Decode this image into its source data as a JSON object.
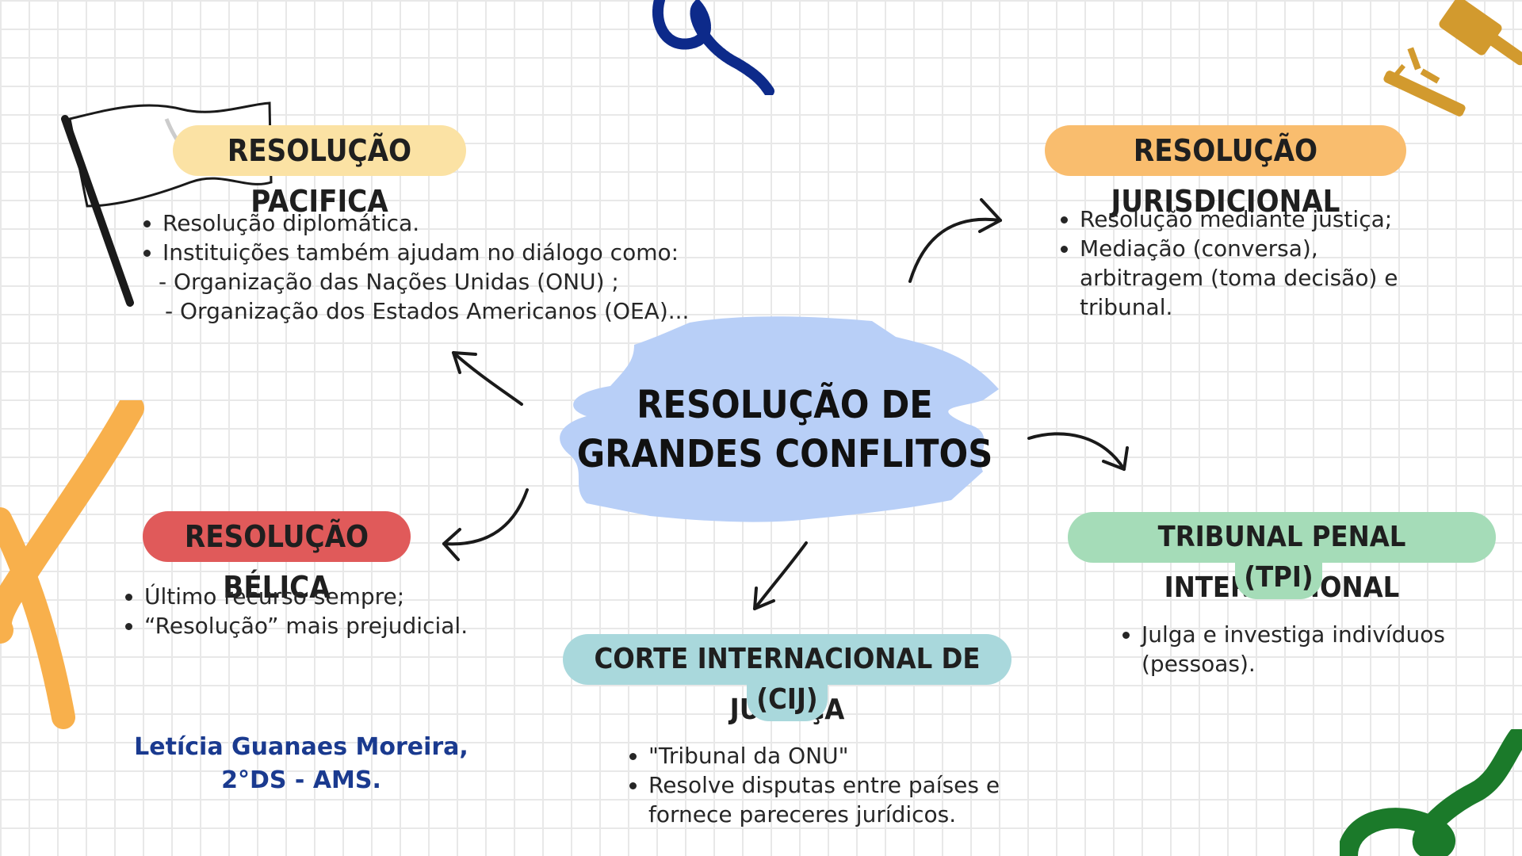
{
  "center": {
    "line1": "RESOLUÇÃO DE",
    "line2": "GRANDES CONFLITOS"
  },
  "pacifica": {
    "title": "RESOLUÇÃO PACIFICA",
    "items": [
      "Resolução diplomática.",
      "Instituições também ajudam no diálogo como:"
    ],
    "sub1": "- Organização das Nações Unidas (ONU) ;",
    "sub2": "- Organização dos Estados Americanos (OEA)..."
  },
  "jurisdicional": {
    "title": "RESOLUÇÃO JURISDICIONAL",
    "items": [
      "Resolução mediante justiça;",
      "Mediação (conversa), arbitragem (toma decisão) e tribunal."
    ]
  },
  "belica": {
    "title": "RESOLUÇÃO BÉLICA",
    "items": [
      "Último recurso sempre;",
      "“Resolução” mais prejudicial."
    ]
  },
  "tpi": {
    "title_line1": "TRIBUNAL PENAL INTERNACIONAL",
    "title_line2": "(TPI)",
    "items": [
      "Julga e investiga indivíduos (pessoas)."
    ]
  },
  "cij": {
    "title_line1": "CORTE INTERNACIONAL DE JUSTIÇA",
    "title_line2": "(CIJ)",
    "items": [
      "\"Tribunal da ONU\"",
      "Resolve disputas entre países e fornece pareceres jurídicos."
    ]
  },
  "author": {
    "line1": "Letícia Guanaes Moreira,",
    "line2": "2°DS - AMS."
  },
  "colors": {
    "pacifica": "#fbe2a4",
    "jurisdicional": "#f9bd6e",
    "belica": "#e05a5a",
    "tpi": "#a5dcb8",
    "cij": "#a9d8dc",
    "center_blob": "#b8cff7",
    "author": "#1a3a8f"
  }
}
